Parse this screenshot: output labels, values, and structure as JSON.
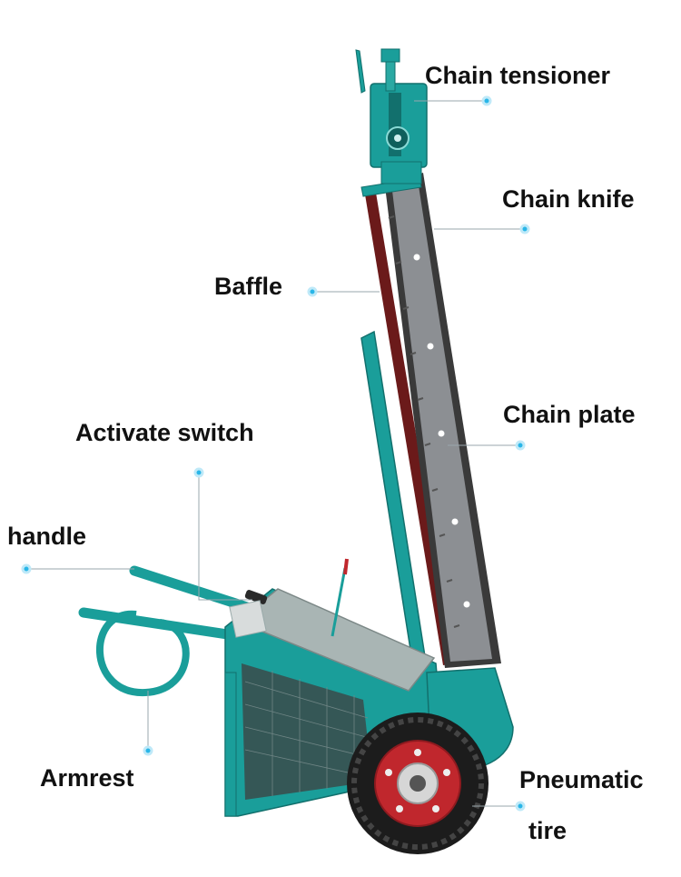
{
  "labels": {
    "chain_tensioner": "Chain tensioner",
    "chain_knife": "Chain knife",
    "baffle": "Baffle",
    "chain_plate": "Chain plate",
    "activate_switch": "Activate switch",
    "handle": "handle",
    "armrest": "Armrest",
    "pneumatic": "Pneumatic",
    "tire": "tire"
  },
  "colors": {
    "frame_teal": "#1a9e9a",
    "frame_teal_dark": "#12706d",
    "blade_gray": "#8c8f93",
    "chain_dark": "#3a3a3a",
    "baffle_red": "#6b1a1a",
    "tire_black": "#1c1c1c",
    "rim_red": "#c0272d",
    "leader_dot": "#29b6e8",
    "leader_line": "#9aa7ad",
    "text": "#111111"
  }
}
